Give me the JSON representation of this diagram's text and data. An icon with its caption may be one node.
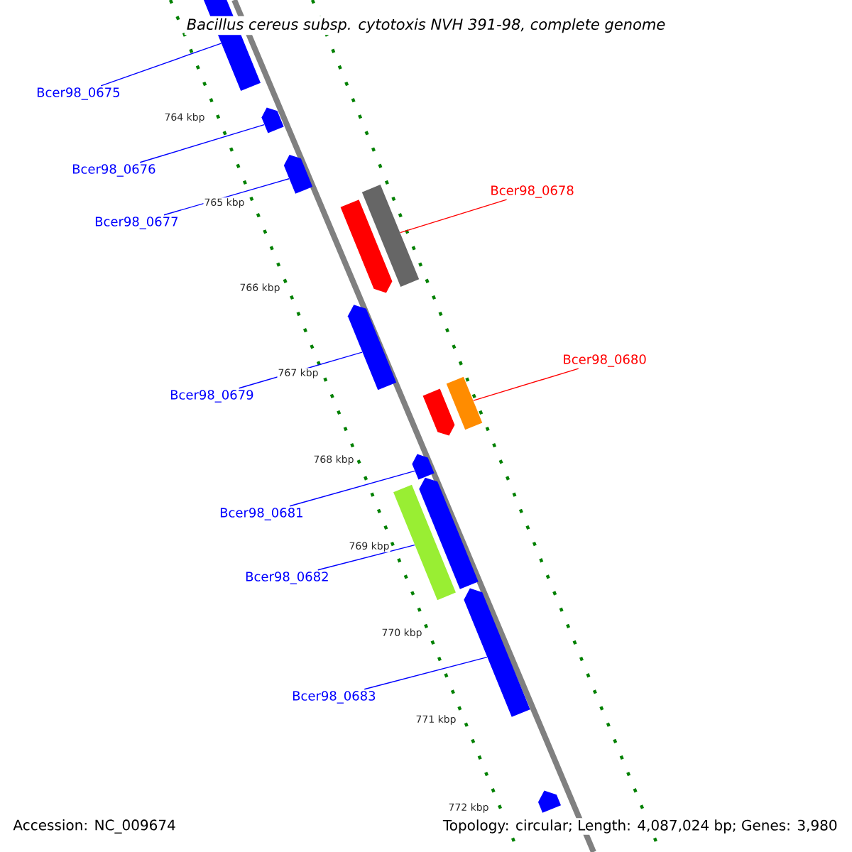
{
  "diagram": {
    "title": "Bacillus cereus subsp. cytotoxis NVH 391-98, complete genome",
    "nodes": [
      {
        "text": [
          "Bcer98_0675"
        ]
      },
      {
        "text": [],
        "shape": "bar"
      },
      {
        "text": [
          "Bcer98_0676"
        ]
      },
      {
        "text": [],
        "shape": "bar"
      },
      {
        "text": [
          "Bcer98_0677"
        ]
      },
      {
        "text": [],
        "shape": "bar"
      },
      {
        "text": [],
        "shape": "bar"
      },
      {
        "text": [],
        "shape": "bar"
      },
      {
        "text": [
          "Bcer98_0678"
        ]
      },
      {
        "text": [
          "Bcer98_0679"
        ]
      },
      {
        "text": [],
        "shape": "bar"
      },
      {
        "text": [],
        "shape": "bar"
      },
      {
        "text": [],
        "shape": "bar"
      },
      {
        "text": [
          "Bcer98_0680"
        ]
      },
      {
        "text": [
          "Bcer98_0681"
        ]
      },
      {
        "text": [],
        "shape": "bar"
      },
      {
        "text": [],
        "shape": "bar"
      },
      {
        "text": [],
        "shape": "bar"
      },
      {
        "text": [
          "Bcer98_0682"
        ]
      },
      {
        "text": [
          "Bcer98_0683"
        ]
      },
      {
        "text": [],
        "shape": "bar"
      },
      {
        "text": [],
        "shape": "bar"
      }
    ],
    "edges": [
      {
        "from": 0,
        "to": 1,
        "arrow": "none"
      },
      {
        "from": 2,
        "to": 3,
        "arrow": "none"
      },
      {
        "from": 4,
        "to": 5,
        "arrow": "none"
      },
      {
        "from": 8,
        "to": 7,
        "arrow": "none",
        "color": "#ff0000"
      },
      {
        "from": 9,
        "to": 10,
        "arrow": "none"
      },
      {
        "from": 13,
        "to": 12,
        "arrow": "none",
        "color": "#ff0000"
      },
      {
        "from": 14,
        "to": 15,
        "arrow": "none"
      },
      {
        "from": 18,
        "to": 16,
        "arrow": "none"
      },
      {
        "from": 19,
        "to": 20,
        "arrow": "none"
      }
    ],
    "labels": [
      "764 kbp",
      "765 kbp",
      "766 kbp",
      "767 kbp",
      "768 kbp",
      "769 kbp",
      "770 kbp",
      "771 kbp",
      "772 kbp",
      "Accession: NC_009674",
      "Topology: circular; Length: 4,087,024 bp; Genes: 3,980"
    ]
  }
}
